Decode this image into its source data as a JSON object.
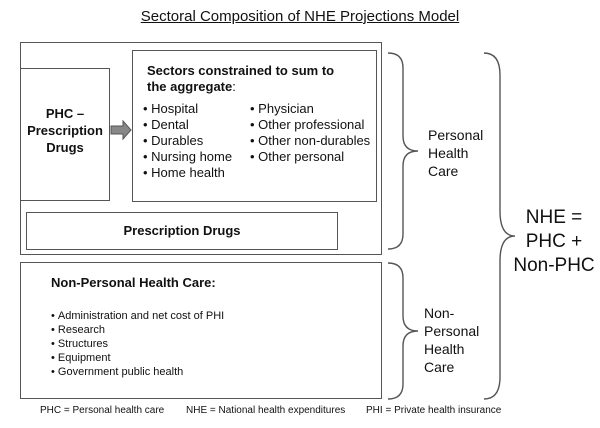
{
  "title": "Sectoral Composition of NHE Projections Model",
  "phc_rx": [
    "PHC –",
    "Prescription",
    "Drugs"
  ],
  "constrained": {
    "heading_bold": "Sectors constrained to sum to the aggregate",
    "heading_suffix": ":",
    "left_sectors": [
      "Hospital",
      "Dental",
      "Durables",
      "Nursing home",
      "Home health"
    ],
    "right_sectors": [
      "Physician",
      "Other professional",
      "Other non-durables",
      "Other personal"
    ]
  },
  "prescription_drugs": "Prescription Drugs",
  "non_personal": {
    "heading": "Non-Personal Health Care:",
    "items": [
      "Administration and net cost of PHI",
      "Research",
      "Structures",
      "Equipment",
      "Government public health"
    ]
  },
  "personal_label": [
    "Personal",
    "Health",
    "Care"
  ],
  "non_personal_label": [
    "Non-",
    "Personal",
    "Health",
    "Care"
  ],
  "nhe_label": [
    "NHE =",
    "PHC +",
    "Non-PHC"
  ],
  "footnotes": [
    "PHC = Personal health care",
    "NHE = National health expenditures",
    "PHI = Private health insurance"
  ]
}
